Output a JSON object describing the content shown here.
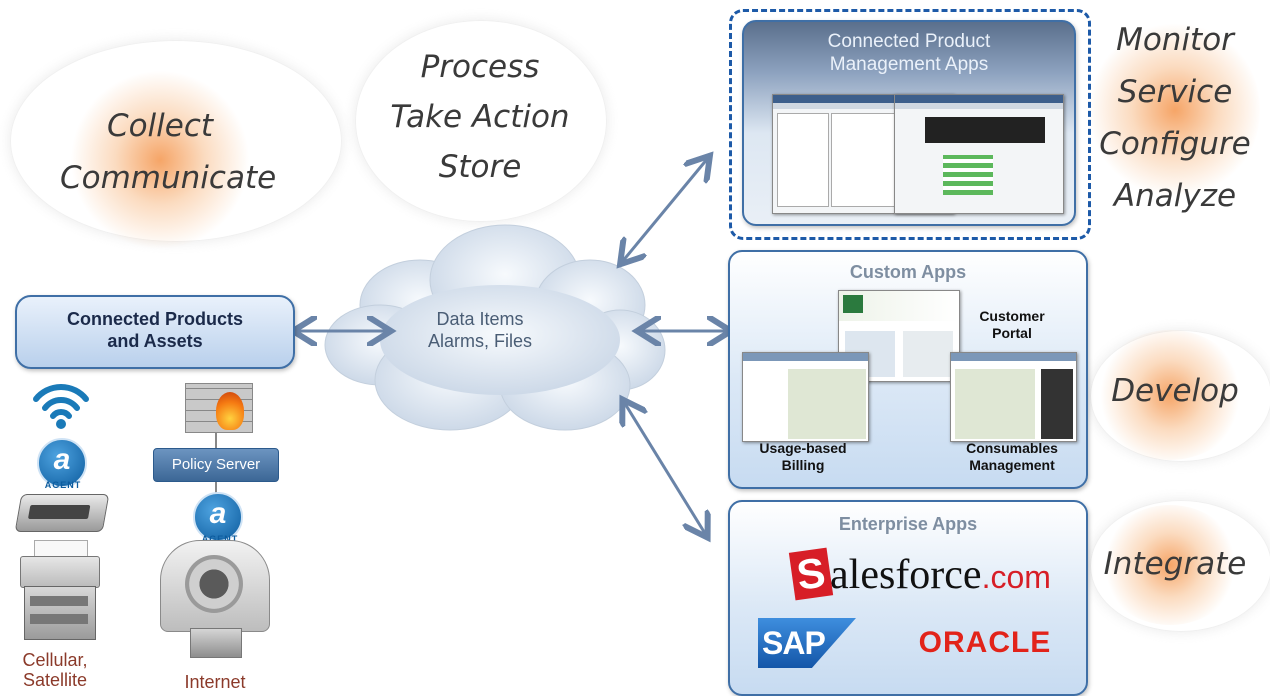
{
  "phases": {
    "collect": [
      "Collect",
      "Communicate"
    ],
    "process": [
      "Process",
      "Take Action",
      "Store"
    ],
    "monitor": [
      "Monitor",
      "Service",
      "Configure",
      "Analyze"
    ],
    "develop": "Develop",
    "integrate": "Integrate"
  },
  "cloud": {
    "line1": "Data Items",
    "line2": "Alarms, Files"
  },
  "connected": {
    "line1": "Connected Products",
    "line2": "and Assets"
  },
  "policy_server": "Policy Server",
  "agent_label": "AGENT",
  "agent_letter": "a",
  "bottom_labels": {
    "cellular": [
      "Cellular,",
      "Satellite"
    ],
    "internet": "Internet"
  },
  "cpm_panel": {
    "title_line1": "Connected Product",
    "title_line2": "Management Apps"
  },
  "custom_panel": {
    "title": "Custom Apps",
    "customer_portal": [
      "Customer",
      "Portal"
    ],
    "usage_billing": [
      "Usage-based",
      "Billing"
    ],
    "consumables": [
      "Consumables",
      "Management"
    ]
  },
  "enterprise_panel": {
    "title": "Enterprise Apps",
    "salesforce_s": "S",
    "salesforce_rest": "alesforce",
    "salesforce_com": ".com",
    "sap": "SAP",
    "oracle": "ORACLE"
  },
  "colors": {
    "panel_border": "#3f6fa6",
    "arrow": "#6a84a8",
    "glow": "#f5a05f",
    "cellular_text": "#8b3a2a",
    "oracle_red": "#e2231a",
    "salesforce_red": "#d71e27",
    "sap_blue": "#1668c4"
  }
}
